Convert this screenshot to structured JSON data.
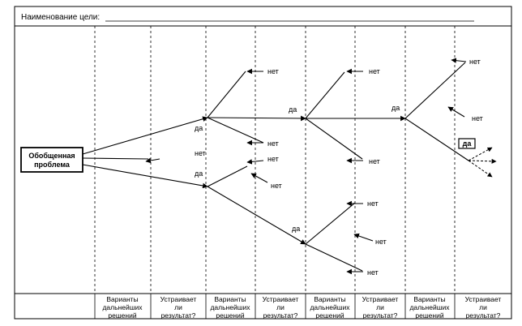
{
  "header": {
    "label": "Наименование цели:"
  },
  "root_box": {
    "line1": "Обобщенная",
    "line2": "проблема"
  },
  "columns": [
    {
      "line1": "Варианты",
      "line2": "дальнейших",
      "line3": "решений"
    },
    {
      "line1": "Устраивает",
      "line2": "ли",
      "line3": "результат?"
    },
    {
      "line1": "Варианты",
      "line2": "дальнейших",
      "line3": "решений"
    },
    {
      "line1": "Устраивает",
      "line2": "ли",
      "line3": "результат?"
    },
    {
      "line1": "Варианты",
      "line2": "дальнейших",
      "line3": "решений"
    },
    {
      "line1": "Устраивает",
      "line2": "ли",
      "line3": "результат?"
    },
    {
      "line1": "Варианты",
      "line2": "дальнейших",
      "line3": "решений"
    },
    {
      "line1": "Устраивает",
      "line2": "ли",
      "line3": "результат?"
    }
  ],
  "labels": {
    "yes": "да",
    "no": "нет"
  },
  "colors": {
    "ink": "#000000",
    "paper": "#ffffff"
  }
}
